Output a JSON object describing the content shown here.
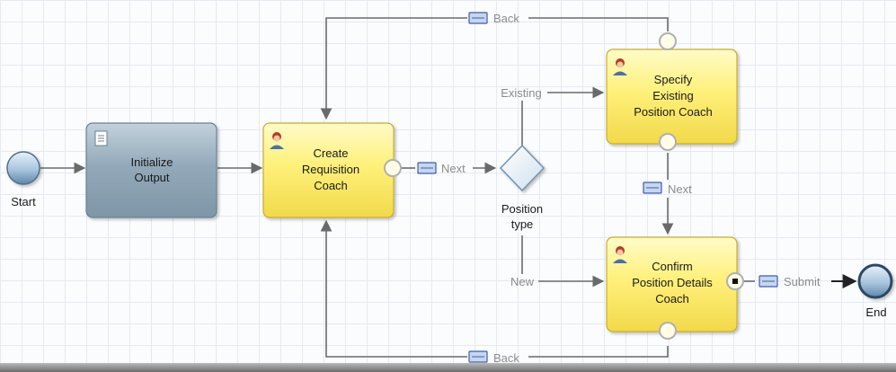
{
  "events": {
    "start_label": "Start",
    "end_label": "End"
  },
  "activities": {
    "initialize_output": "Initialize\nOutput",
    "create_requisition_coach": "Create\nRequisition\nCoach",
    "specify_existing_position_coach": "Specify\nExisting\nPosition Coach",
    "confirm_position_details_coach": "Confirm\nPosition Details\nCoach"
  },
  "gateway": {
    "label": "Position\ntype"
  },
  "flows": {
    "back_top": "Back",
    "back_bottom": "Back",
    "next_create": "Next",
    "next_specify": "Next",
    "existing": "Existing",
    "new": "New",
    "submit": "Submit"
  },
  "colors": {
    "system_task": "#93a9b9",
    "human_task": "#fff07a",
    "event": "#a8c5dd"
  }
}
